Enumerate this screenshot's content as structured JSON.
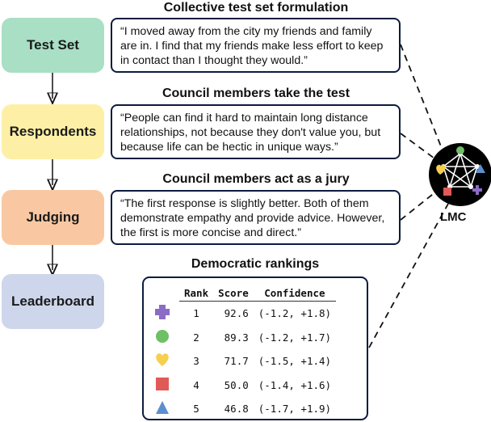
{
  "pipeline": {
    "stages": [
      {
        "label": "Test Set",
        "color": "#a8dfc5"
      },
      {
        "label": "Respondents",
        "color": "#fdf0a6"
      },
      {
        "label": "Judging",
        "color": "#f9c8a2"
      },
      {
        "label": "Leaderboard",
        "color": "#cdd6eb"
      }
    ]
  },
  "sections": {
    "formulation_title": "Collective test set formulation",
    "formulation_quote": "“I moved away from the city my friends and family are in. I find that my friends make less effort to keep in contact than I thought they would.”",
    "take_test_title": "Council members take the test",
    "take_test_quote": "“People can find it hard to maintain long distance relationships, not because they don't value you, but because life can be hectic in unique ways.”",
    "jury_title": "Council members act as a jury",
    "jury_quote": "“The first response is slightly better. Both of them demonstrate empathy and provide advice. However, the first is more concise and direct.”",
    "rankings_title": "Democratic rankings"
  },
  "lmc": {
    "label": "LMC"
  },
  "rankings": {
    "headers": {
      "rank": "Rank",
      "score": "Score",
      "confidence": "Confidence"
    },
    "rows": [
      {
        "symbol": "cross",
        "color": "#8b6cc4",
        "rank": "1",
        "score": "92.6",
        "confidence": "(-1.2, +1.8)"
      },
      {
        "symbol": "circle",
        "color": "#6fbf66",
        "rank": "2",
        "score": "89.3",
        "confidence": "(-1.2, +1.7)"
      },
      {
        "symbol": "heart",
        "color": "#f6cf4c",
        "rank": "3",
        "score": "71.7",
        "confidence": "(-1.5, +1.4)"
      },
      {
        "symbol": "square",
        "color": "#e05a57",
        "rank": "4",
        "score": "50.0",
        "confidence": "(-1.4, +1.6)"
      },
      {
        "symbol": "triangle",
        "color": "#5b8fd0",
        "rank": "5",
        "score": "46.8",
        "confidence": "(-1.7, +1.9)"
      }
    ]
  }
}
